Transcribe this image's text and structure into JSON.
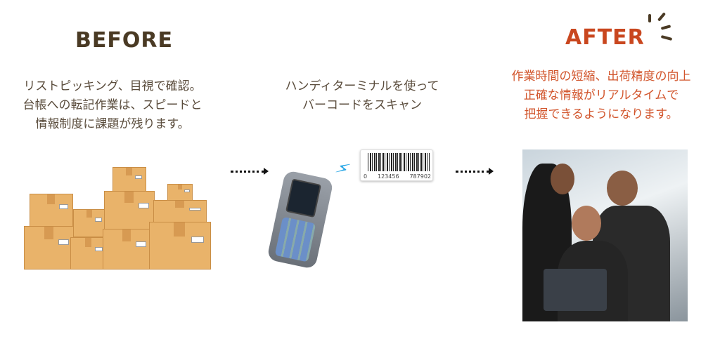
{
  "before": {
    "title": "BEFORE",
    "lines": [
      "リストピッキング、目視で確認。",
      "台帳への転記作業は、スピードと",
      "情報制度に課題が残ります。"
    ]
  },
  "middle": {
    "lines": [
      "ハンディターミナルを使って",
      "バーコードをスキャン"
    ],
    "barcode": {
      "left": "0",
      "mid": "123456",
      "right": "787902"
    }
  },
  "after": {
    "title": "AFTER",
    "lines": [
      "作業時間の短縮、出荷精度の向上",
      "正確な情報がリアルタイムで",
      "把握できるようになります。"
    ]
  },
  "colors": {
    "before_title": "#4a3a24",
    "after": "#c9471f",
    "text": "#5a4c3c"
  }
}
